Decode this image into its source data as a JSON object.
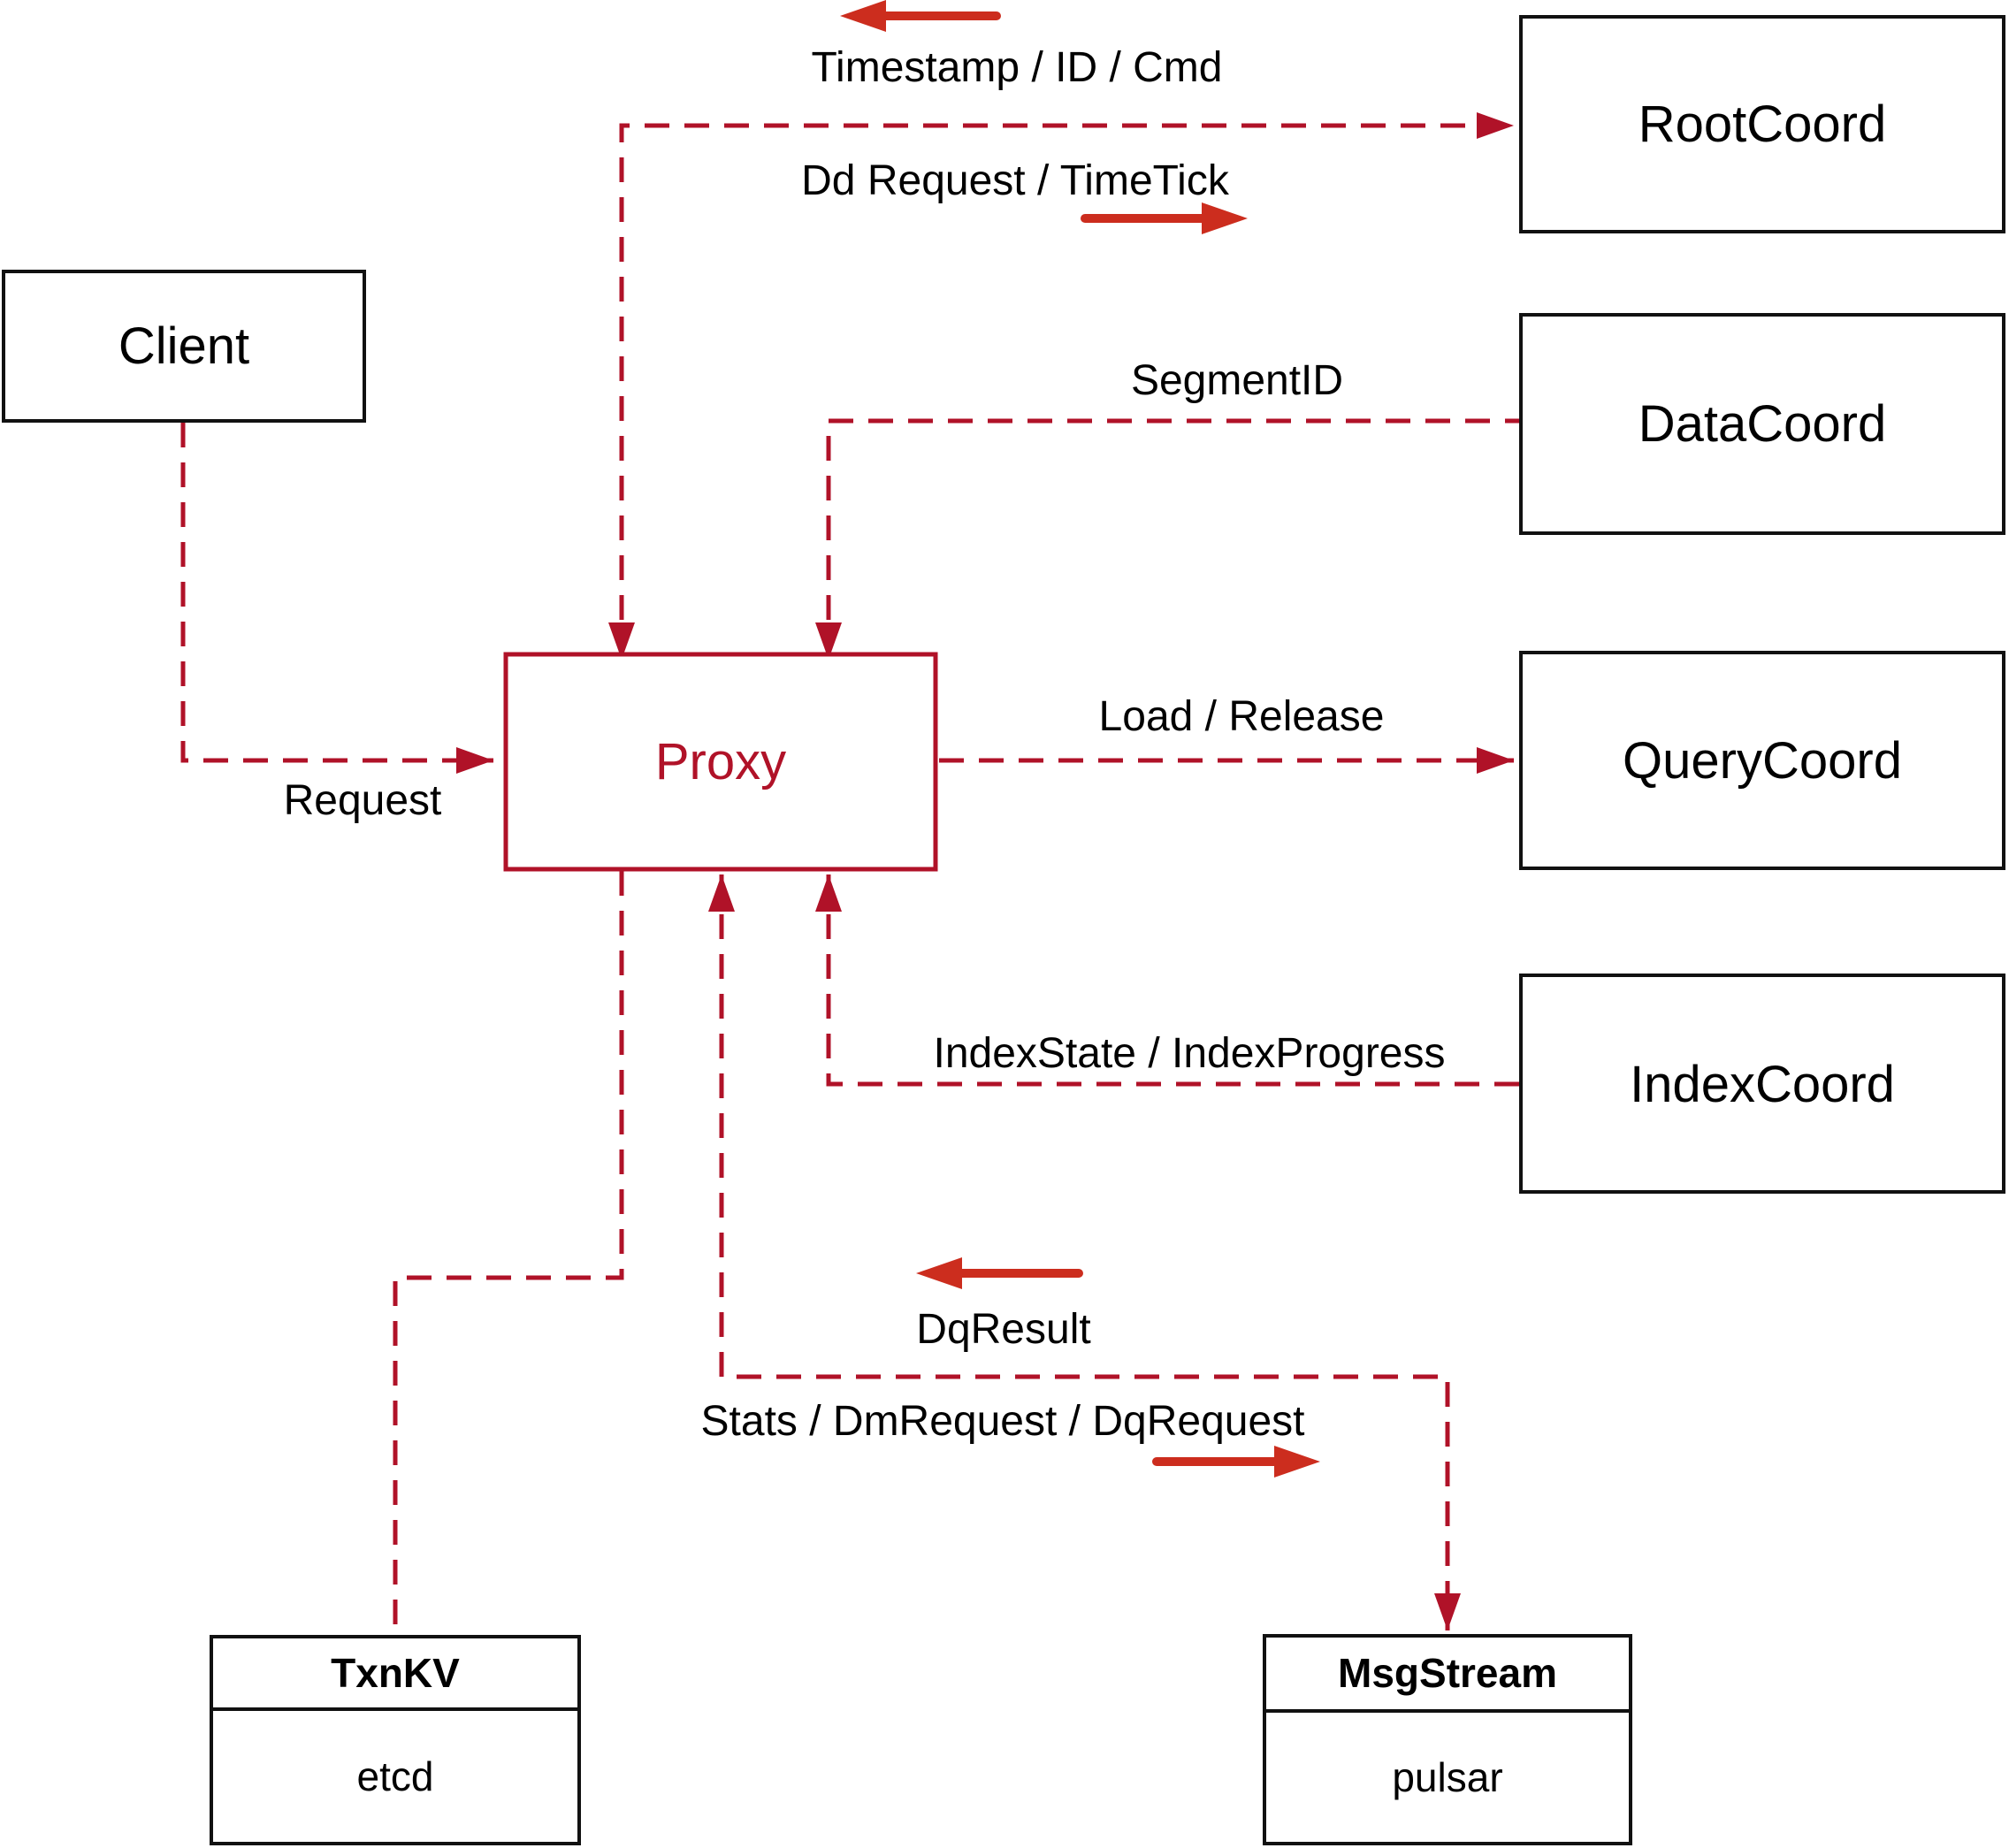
{
  "colors": {
    "connector_crimson": "#b01228",
    "solid_arrow_red": "#cc2d1e",
    "node_border": "#111111",
    "text": "#000000",
    "background": "#ffffff"
  },
  "nodes": {
    "client": {
      "label": "Client"
    },
    "proxy": {
      "label": "Proxy"
    },
    "root_coord": {
      "label": "RootCoord"
    },
    "data_coord": {
      "label": "DataCoord"
    },
    "query_coord": {
      "label": "QueryCoord"
    },
    "index_coord": {
      "label": "IndexCoord"
    },
    "txn_kv": {
      "label": "TxnKV",
      "sublabel": "etcd"
    },
    "msg_stream": {
      "label": "MsgStream",
      "sublabel": "pulsar"
    }
  },
  "edges": {
    "timestamp_id_cmd": {
      "label": "Timestamp / ID / Cmd"
    },
    "dd_request_timetick": {
      "label": "Dd Request / TimeTick"
    },
    "segment_id": {
      "label": "SegmentID"
    },
    "load_release": {
      "label": "Load / Release"
    },
    "index_state": {
      "label": "IndexState / IndexProgress"
    },
    "dq_result": {
      "label": "DqResult"
    },
    "stats_dm_dq": {
      "label": "Stats / DmRequest / DqRequest"
    },
    "request": {
      "label": "Request"
    }
  }
}
